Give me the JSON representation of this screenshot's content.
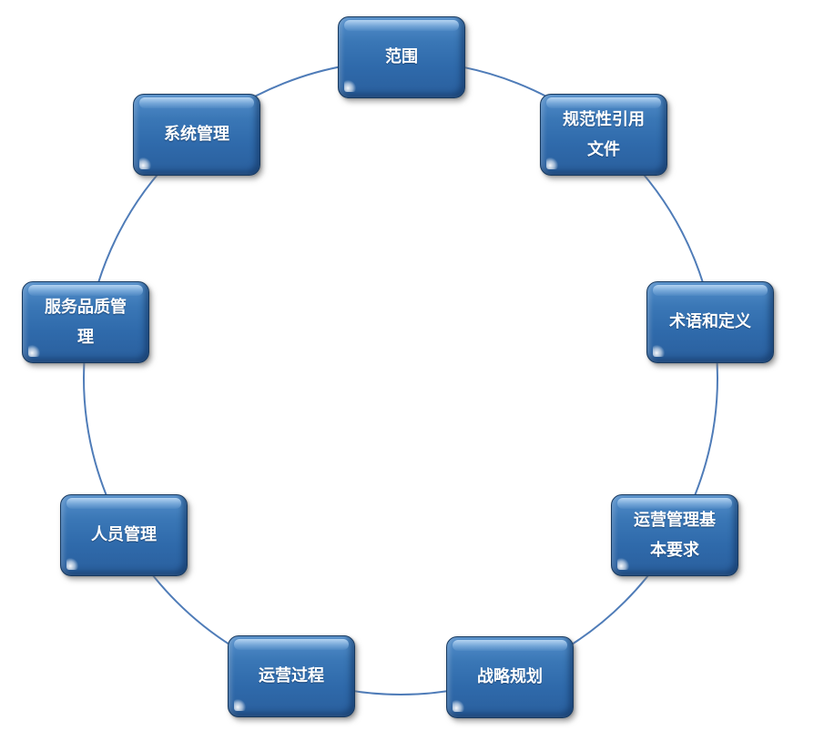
{
  "diagram": {
    "type": "cycle",
    "colors": {
      "background": "#ffffff",
      "circle_line": "#4f7cb8",
      "node_border": "#17395f",
      "node_gradient_top": "#5590cc",
      "node_gradient_upper": "#3a77b6",
      "node_gradient_lower": "#2f6aab",
      "node_gradient_bottom": "#2a5f9d",
      "node_text": "#ffffff"
    },
    "nodes": [
      {
        "id": "scope",
        "label": "范围"
      },
      {
        "id": "normative-references",
        "label": "规范性引用\n文件"
      },
      {
        "id": "terms-and-definitions",
        "label": "术语和定义"
      },
      {
        "id": "operation-management-basic-requirements",
        "label": "运营管理基\n本要求"
      },
      {
        "id": "strategic-planning",
        "label": "战略规划"
      },
      {
        "id": "operation-process",
        "label": "运营过程"
      },
      {
        "id": "personnel-management",
        "label": "人员管理"
      },
      {
        "id": "service-quality-management",
        "label": "服务品质管\n理"
      },
      {
        "id": "system-management",
        "label": "系统管理"
      }
    ]
  }
}
